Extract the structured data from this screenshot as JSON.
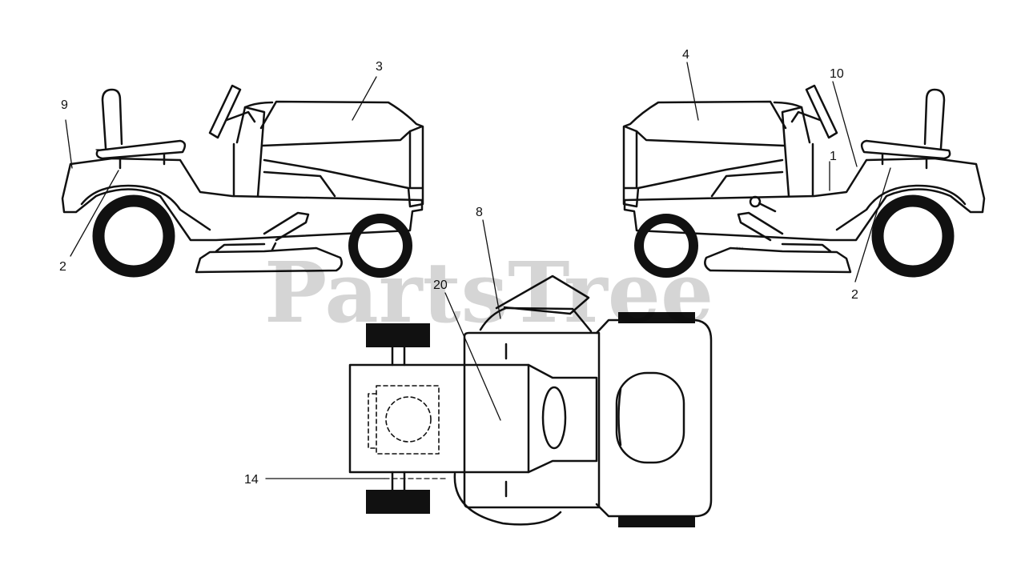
{
  "diagram": {
    "watermark": "PartsTree",
    "watermark_mark": "™",
    "callouts": {
      "c3": "3",
      "c9": "9",
      "c2_left": "2",
      "c4": "4",
      "c10": "10",
      "c1": "1",
      "c2_right": "2",
      "c8": "8",
      "c20": "20",
      "c14": "14"
    },
    "colors": {
      "line": "#111111",
      "tire": "#111111",
      "background": "#ffffff"
    }
  }
}
